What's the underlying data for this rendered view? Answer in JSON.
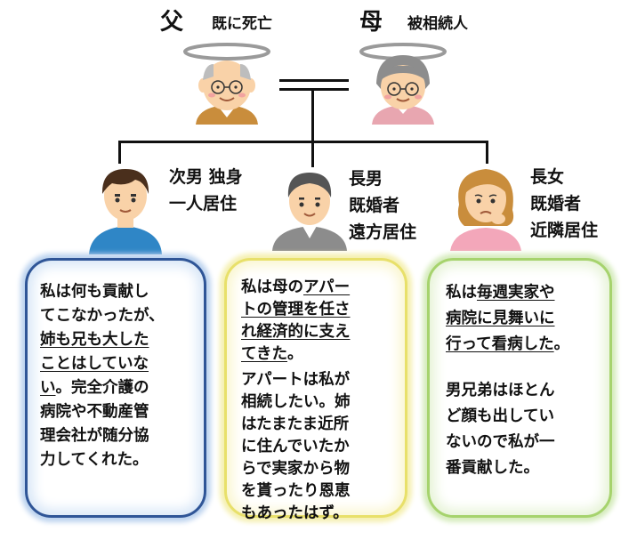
{
  "father": {
    "title": "父",
    "status": "既に死亡"
  },
  "mother": {
    "title": "母",
    "status": "被相続人"
  },
  "children": [
    {
      "line1": "次男 独身",
      "line2": "一人居住"
    },
    {
      "line1": "長男",
      "line2": "既婚者",
      "line3": "遠方居住"
    },
    {
      "line1": "長女",
      "line2": "既婚者",
      "line3": "近隣居住"
    }
  ],
  "boxes": {
    "left": {
      "p1a": "私は何も貢献し",
      "p1b": "てこなかったが、",
      "p1c": "姉も兄も大した",
      "p1d": "ことはしていな",
      "p1e_u": "い",
      "p1e_rest": "。完全介護の",
      "p1f": "病院や不動産管",
      "p1g": "理会社が随分協",
      "p1h": "力してくれた。"
    },
    "middle": {
      "l1_plain": "私は母の",
      "l1_u": "アパー",
      "l2": "トの管理を任さ",
      "l3": "れ経済的に支え",
      "l4_u": "てきた",
      "l4_rest": "。",
      "p2a": "アパートは私が",
      "p2b": "相続したい。姉",
      "p2c": "はたまたま近所",
      "p2d": "に住んでいたか",
      "p2e": "らで実家から物",
      "p2f": "を貰ったり恩恵",
      "p2g": "もあったはず。"
    },
    "right": {
      "l1_plain": "私は",
      "l1_u": "毎週実家や",
      "l2": "病院に見舞いに",
      "l3_u": "行って看病した",
      "l3_rest": "。",
      "p2a": "男兄弟はほとん",
      "p2b": "ど顔も出してい",
      "p2c": "ないので私が一",
      "p2d": "番貢献した。"
    }
  },
  "colors": {
    "blue_border": "#2f5597",
    "yellow_border": "#e8e06a",
    "green_border": "#a6d36d"
  }
}
